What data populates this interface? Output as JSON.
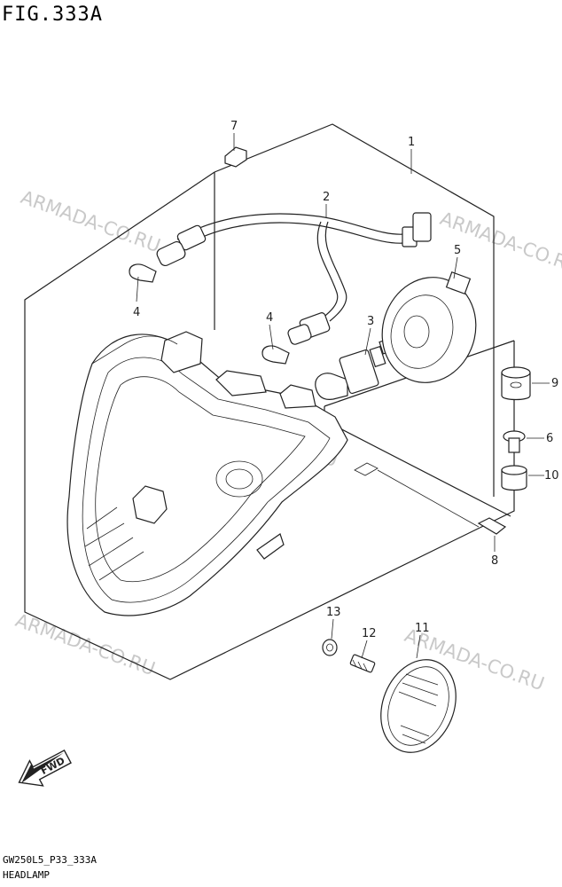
{
  "figure": {
    "title": "FIG.333A",
    "code": "GW250L5_P33_333A",
    "name": "HEADLAMP"
  },
  "watermark": "ARMADA-CO.RU",
  "fwd_label": "FWD",
  "callouts": [
    "1",
    "2",
    "3",
    "4",
    "4",
    "5",
    "6",
    "7",
    "8",
    "9",
    "10",
    "11",
    "12",
    "13"
  ]
}
